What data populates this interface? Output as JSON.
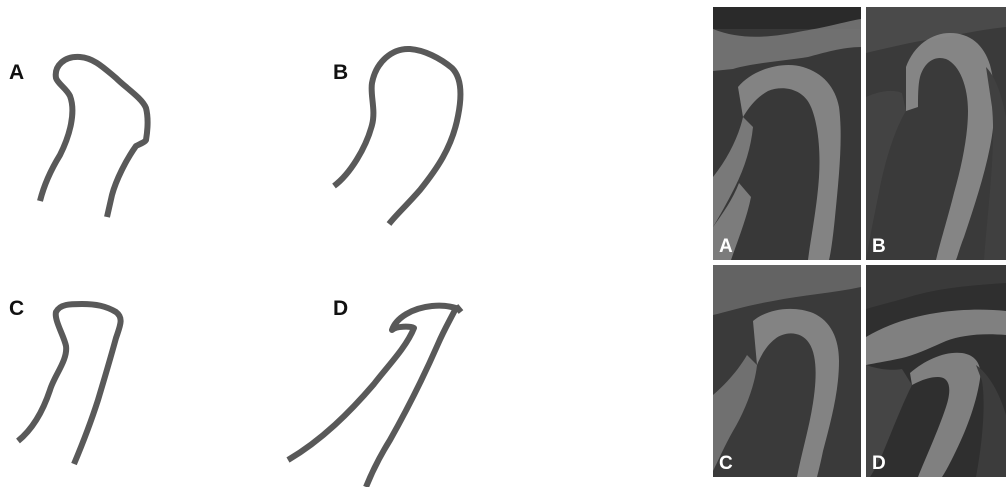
{
  "outlines": [
    {
      "id": "A",
      "label": "A"
    },
    {
      "id": "B",
      "label": "B"
    },
    {
      "id": "C",
      "label": "C"
    },
    {
      "id": "D",
      "label": "D"
    }
  ],
  "ct_panels": [
    {
      "id": "A",
      "label": "A"
    },
    {
      "id": "B",
      "label": "B"
    },
    {
      "id": "C",
      "label": "C"
    },
    {
      "id": "D",
      "label": "D"
    }
  ],
  "colors": {
    "outline_stroke": "#595959",
    "panel_label": "#ffffff",
    "ct_background": "#3a3a3a",
    "ct_bone": "#8a8a8a"
  }
}
